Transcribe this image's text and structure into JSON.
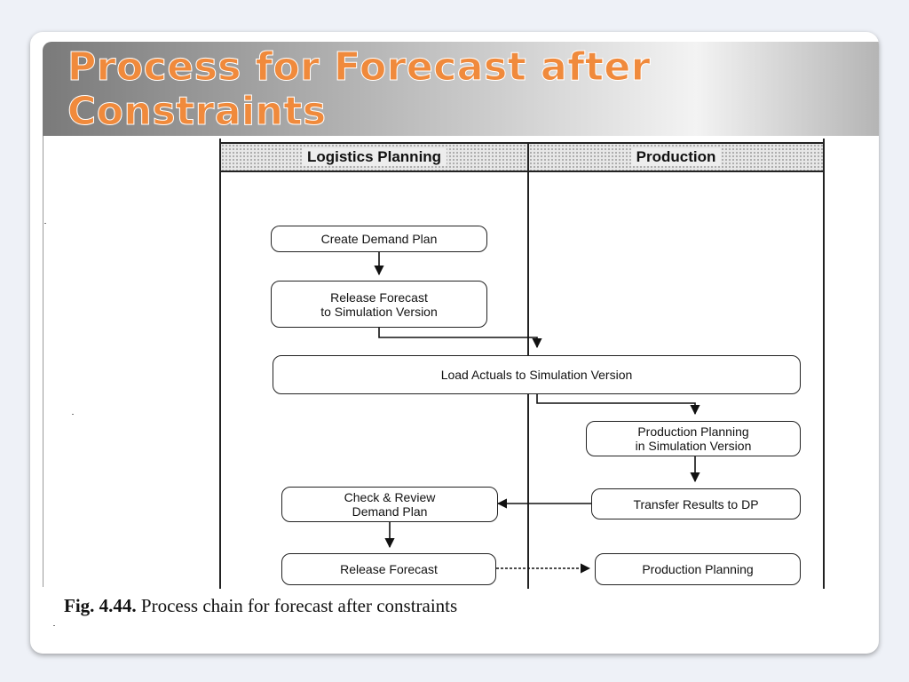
{
  "slide": {
    "title": "Process for Forecast after Constraints"
  },
  "diagram": {
    "lanes": [
      {
        "id": "logistics",
        "label": "Logistics Planning"
      },
      {
        "id": "production",
        "label": "Production"
      }
    ],
    "steps": {
      "create_demand_plan": "Create Demand Plan",
      "release_forecast_sim": "Release Forecast\nto Simulation Version",
      "load_actuals": "Load Actuals to Simulation Version",
      "production_planning_sim": "Production Planning\nin Simulation Version",
      "transfer_results": "Transfer Results to DP",
      "check_review": "Check & Review\nDemand Plan",
      "release_forecast": "Release Forecast",
      "production_planning": "Production Planning"
    }
  },
  "caption": {
    "label": "Fig. 4.44.",
    "text": " Process chain for forecast after constraints"
  }
}
